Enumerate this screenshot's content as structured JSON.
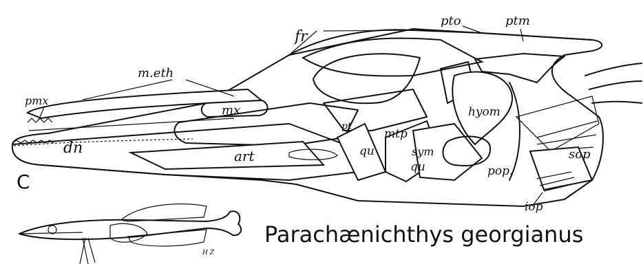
{
  "figure": {
    "panel_letter": "C",
    "species_name": "Parachænichthys georgianus",
    "artist_initials": "H Z",
    "labels": {
      "pmx": "pmx",
      "m_eth": "m.eth",
      "fr": "fr",
      "pto": "pto",
      "ptm": "ptm",
      "mx": "mx",
      "hyom": "hyom",
      "dn": "dn",
      "art": "art",
      "pt": "pt",
      "mtp": "mtp",
      "qu_upper": "qu",
      "sym": "sym",
      "qu_lower": "qu",
      "pop": "pop.",
      "sop": "sop",
      "iop": "iop"
    }
  }
}
